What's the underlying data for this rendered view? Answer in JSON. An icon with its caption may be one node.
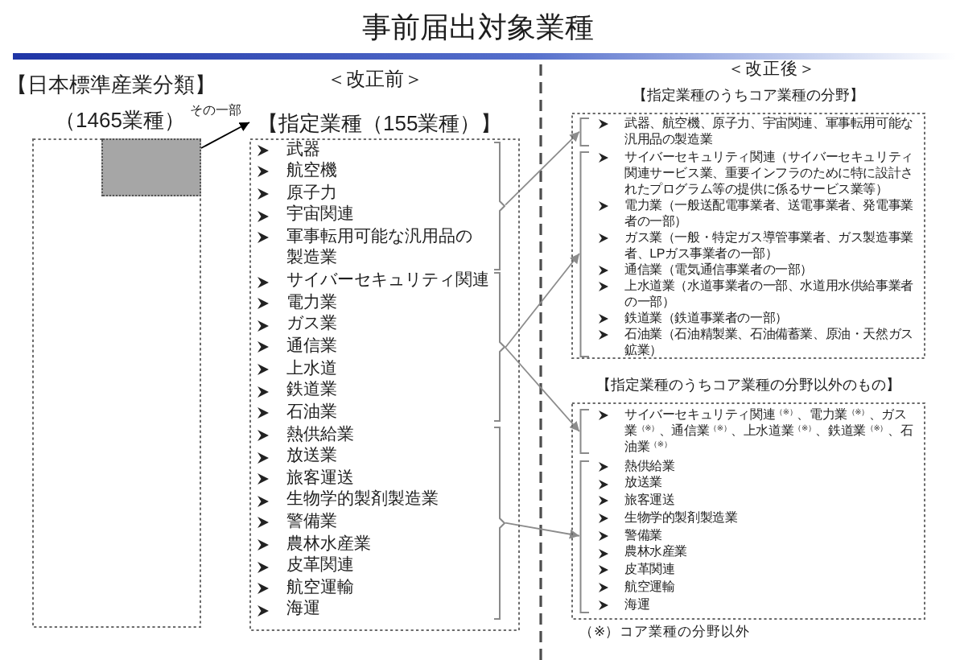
{
  "diagram": {
    "title": "事前届出対象業種",
    "nodes": [
      {
        "text": [
          "【日本標準産業分類】",
          "（1465業種）"
        ]
      },
      {
        "text": [],
        "shape": "box",
        "in": 0
      },
      {
        "text": [
          "【指定業種（155業種）】"
        ]
      },
      {
        "text": [
          "武器",
          "航空機",
          "原子力",
          "宇宙関連",
          "軍事転用可能な汎用品の製造業"
        ],
        "in": 2
      },
      {
        "text": [
          "サイバーセキュリティ関連",
          "電力業",
          "ガス業",
          "通信業",
          "上水道",
          "鉄道業",
          "石油業"
        ],
        "in": 2
      },
      {
        "text": [
          "熱供給業",
          "放送業",
          "旅客運送",
          "生物学的製剤製造業",
          "警備業",
          "農林水産業",
          "皮革関連",
          "航空運輸",
          "海運"
        ],
        "in": 2
      },
      {
        "text": [
          "【指定業種のうちコア業種の分野】"
        ]
      },
      {
        "text": [
          "武器、航空機、原子力、宇宙関連、軍事転用可能な汎用品の製造業"
        ],
        "in": 6
      },
      {
        "text": [
          "サイバーセキュリティ関連（サイバーセキュリティ関連サービス業、重要インフラのために特に設計されたプログラム等の提供に係るサービス業等）",
          "電力業（一般送配電事業者、送電事業者、発電事業者の一部）",
          "ガス業（一般・特定ガス導管事業者、ガス製造事業者、LPガス事業者の一部）",
          "通信業（電気通信事業者の一部）",
          "上水道業（水道事業者の一部、水道用水供給事業者の一部）",
          "鉄道業（鉄道事業者の一部）",
          "石油業（石油精製業、石油備蓄業、原油・天然ガス鉱業）"
        ],
        "in": 6
      },
      {
        "text": [
          "【指定業種のうちコア業種の分野以外のもの】"
        ]
      },
      {
        "text": [
          "サイバーセキュリティ関連$^{（※）}$、電力業$^{（※）}$、ガス業$^{（※）}$、通信業$^{（※）}$、上水道業$^{（※）}$、鉄道業$^{（※）}$、石油業$^{（※）}$"
        ],
        "in": 9
      },
      {
        "text": [
          "熱供給業",
          "放送業",
          "旅客運送",
          "生物学的製剤製造業",
          "警備業",
          "農林水産業",
          "皮革関連",
          "航空運輸",
          "海運"
        ],
        "in": 9
      }
    ],
    "edges": [
      {
        "from": 1,
        "to": 2,
        "arrow": "to",
        "label": "その一部",
        "color": "#000000"
      },
      {
        "from": 3,
        "to": 7,
        "arrow": "to"
      },
      {
        "from": 4,
        "to": 8,
        "arrow": "to"
      },
      {
        "from": 4,
        "to": 10,
        "arrow": "to"
      },
      {
        "from": 5,
        "to": 11,
        "arrow": "to"
      }
    ],
    "labels": [
      "＜改正前＞",
      "＜改正後＞",
      "（※）コア業種の分野以外"
    ]
  }
}
